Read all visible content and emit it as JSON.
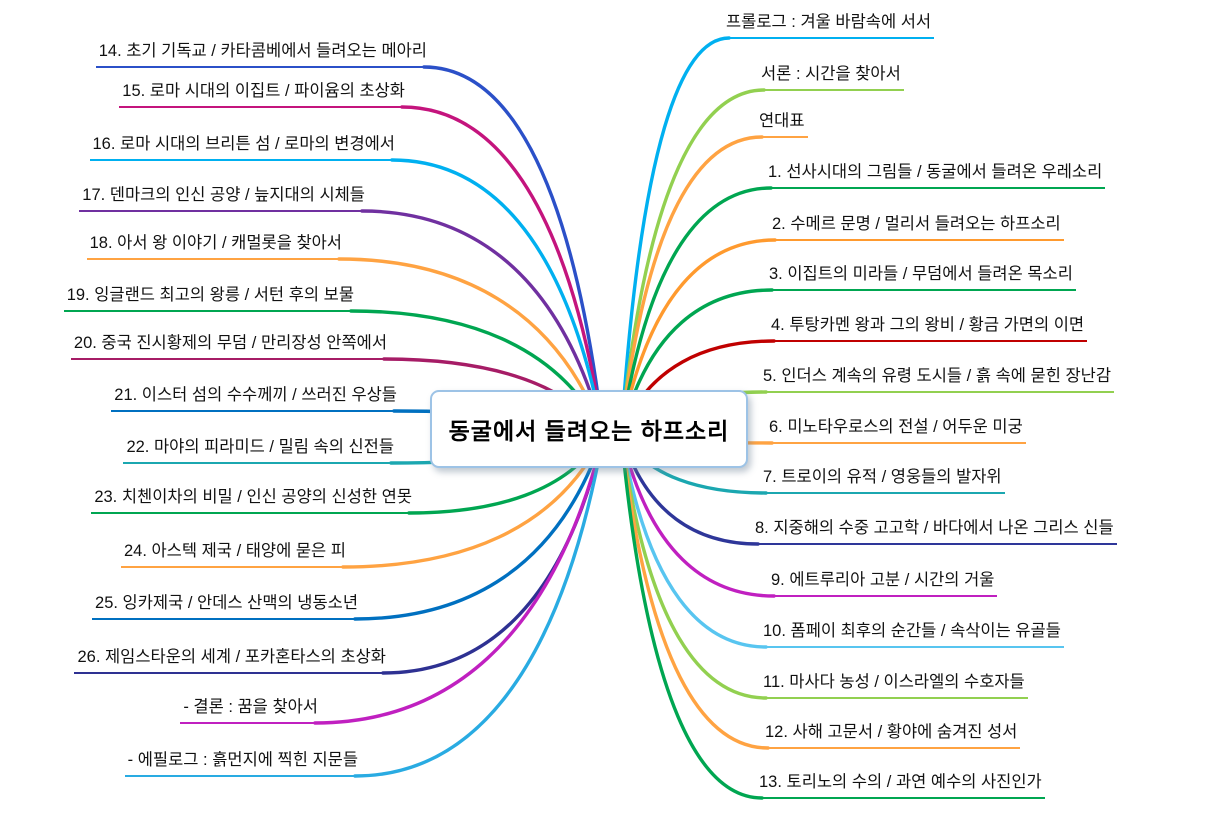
{
  "center": {
    "label": "동굴에서 들려오는 하프소리",
    "border_color": "#9DC3E6"
  },
  "left_branches": [
    {
      "label": "14. 초기 기독교 / 카타콤베에서 들려오는 메아리",
      "color": "#2B50C8"
    },
    {
      "label": "15. 로마 시대의 이집트 / 파이윰의 초상화",
      "color": "#C4147D"
    },
    {
      "label": "16. 로마 시대의 브리튼 섬 / 로마의 변경에서",
      "color": "#00B0F0"
    },
    {
      "label": "17. 덴마크의 인신 공양 / 늪지대의 시체들",
      "color": "#7030A0"
    },
    {
      "label": "18. 아서 왕 이야기 / 캐멀롯을 찾아서",
      "color": "#FFA342"
    },
    {
      "label": "19. 잉글랜드 최고의 왕릉 / 서턴 후의 보물",
      "color": "#00A651"
    },
    {
      "label": "20. 중국 진시황제의 무덤 / 만리장성 안쪽에서",
      "color": "#A61C66"
    },
    {
      "label": "21. 이스터 섬의 수수께끼 / 쓰러진 우상들",
      "color": "#0070C0"
    },
    {
      "label": "22. 마야의 피라미드 / 밀림 속의 신전들",
      "color": "#1BA7B0"
    },
    {
      "label": "23. 치첸이차의 비밀 / 인신 공양의 신성한 연못",
      "color": "#00A651"
    },
    {
      "label": "24. 아스텍 제국 / 태양에 묻은 피",
      "color": "#FFA342"
    },
    {
      "label": "25. 잉카제국 / 안데스 산맥의 냉동소년",
      "color": "#0070C0"
    },
    {
      "label": "26. 제임스타운의 세계 / 포카혼타스의 초상화",
      "color": "#2E3192"
    },
    {
      "label": "- 결론 : 꿈을 찾아서",
      "color": "#C020C0"
    },
    {
      "label": "- 에필로그 : 흙먼지에 찍힌 지문들",
      "color": "#29ABE2"
    }
  ],
  "right_branches": [
    {
      "label": "프롤로그 : 겨울 바람속에 서서",
      "color": "#00B0F0"
    },
    {
      "label": "서론 : 시간을 찾아서",
      "color": "#92D050"
    },
    {
      "label": "연대표",
      "color": "#FFA342"
    },
    {
      "label": "1. 선사시대의 그림들 / 동굴에서 들려온 우레소리",
      "color": "#00A651"
    },
    {
      "label": "2. 수메르 문명 / 멀리서 들려오는 하프소리",
      "color": "#FF9A2E"
    },
    {
      "label": "3. 이집트의 미라들 / 무덤에서 들려온 목소리",
      "color": "#00A651"
    },
    {
      "label": "4. 투탕카멘 왕과 그의 왕비 / 황금 가면의 이면",
      "color": "#C00000"
    },
    {
      "label": "5. 인더스 계속의 유령 도시들 / 흙 속에 묻힌 장난감",
      "color": "#92D050"
    },
    {
      "label": "6. 미노타우로스의 전설 / 어두운 미궁",
      "color": "#FFA342"
    },
    {
      "label": "7. 트로이의 유적 / 영웅들의 발자위",
      "color": "#1BA7B0"
    },
    {
      "label": "8. 지중해의 수중 고고학 / 바다에서 나온 그리스 신들",
      "color": "#2E3699"
    },
    {
      "label": "9. 에트루리아 고분 / 시간의 거울",
      "color": "#C020C0"
    },
    {
      "label": "10. 폼페이 최후의 순간들 / 속삭이는 유골들",
      "color": "#58C5F0"
    },
    {
      "label": "11. 마사다 농성 / 이스라엘의 수호자들",
      "color": "#92D050"
    },
    {
      "label": "12. 사해 고문서 / 황야에 숨겨진 성서",
      "color": "#FFA342"
    },
    {
      "label": "13. 토리노의 수의 / 과연 예수의 사진인가",
      "color": "#00A651"
    }
  ]
}
